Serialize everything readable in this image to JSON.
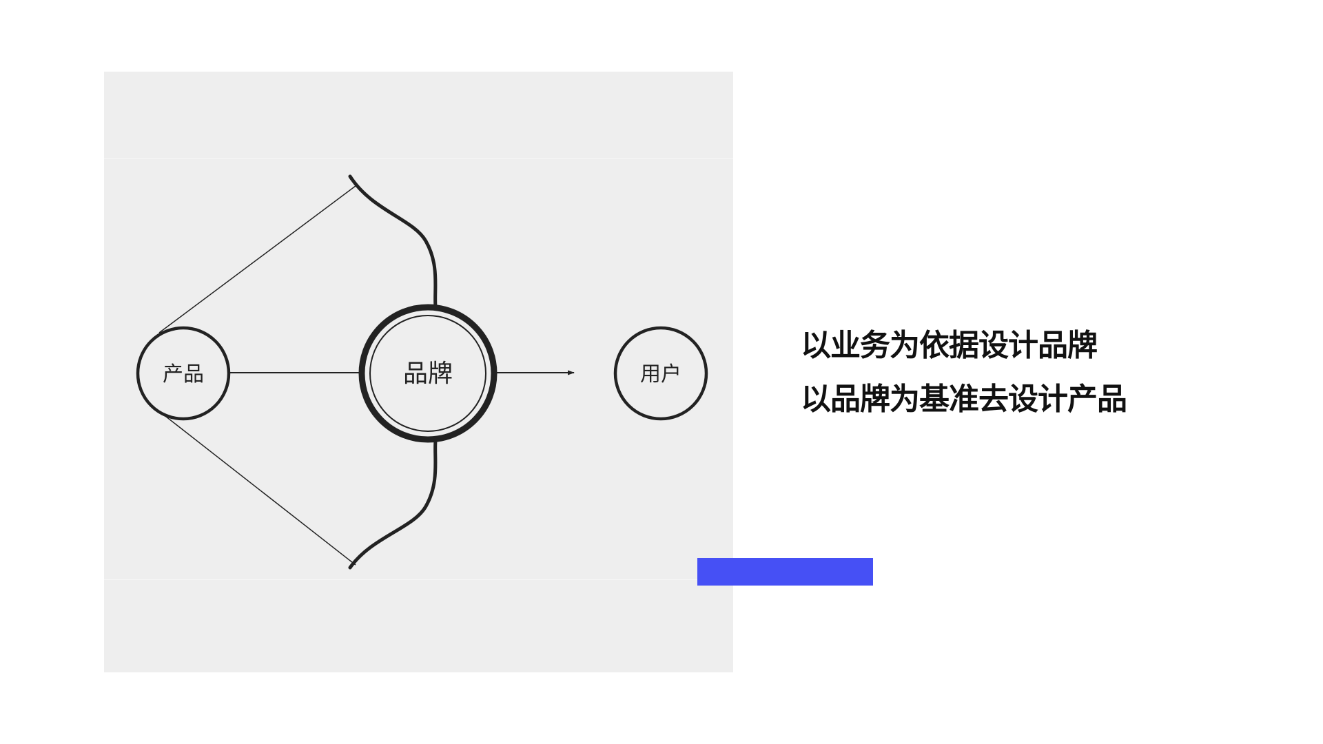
{
  "diagram": {
    "nodes": {
      "product": {
        "label": "产品"
      },
      "brand": {
        "label": "品牌"
      },
      "user": {
        "label": "用户"
      }
    }
  },
  "headline": {
    "line1": "以业务为依据设计品牌",
    "line2": "以品牌为基准去设计产品"
  },
  "colors": {
    "panel_background": "#eeeeee",
    "stroke": "#222222",
    "accent": "#4650f5"
  }
}
